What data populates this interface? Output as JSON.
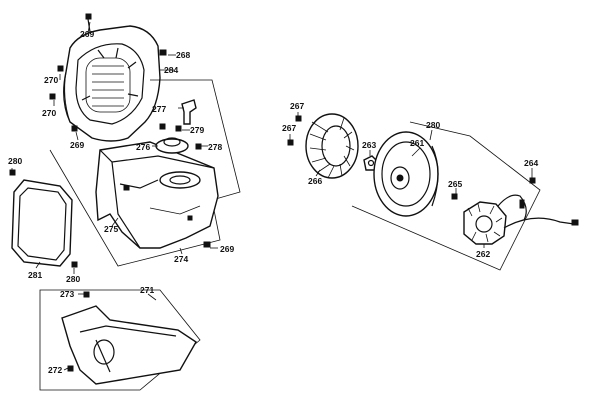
{
  "labels": {
    "p269a": "269",
    "p268": "268",
    "p270a": "270",
    "p284": "284",
    "p270b": "270",
    "p277": "277",
    "p279": "279",
    "p269b": "269",
    "p276": "276",
    "p278": "278",
    "p280a": "280",
    "p275": "275",
    "p269c": "269",
    "p274": "274",
    "p281": "281",
    "p280b": "280",
    "p273": "273",
    "p271": "271",
    "p272": "272",
    "p267a": "267",
    "p267b": "267",
    "p266": "266",
    "p263": "263",
    "p280c": "280",
    "p261": "261",
    "p264": "264",
    "p265": "265",
    "p262": "262"
  }
}
